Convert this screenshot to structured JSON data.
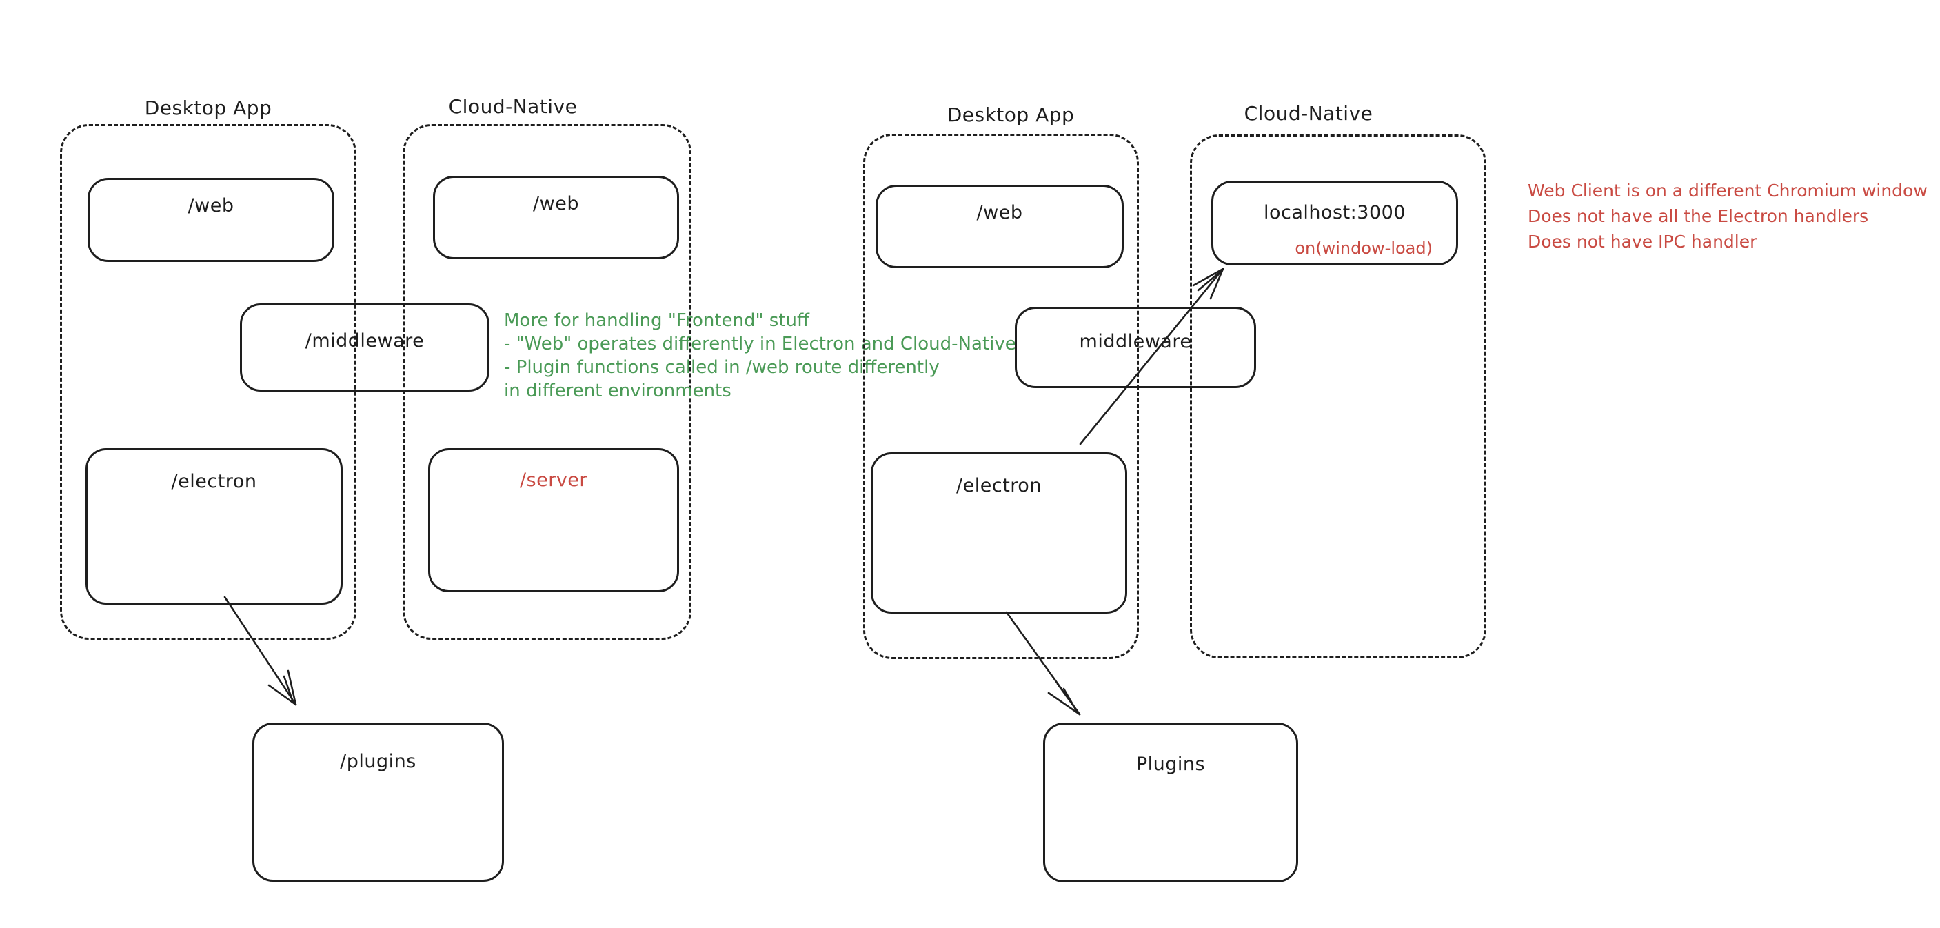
{
  "colors": {
    "stroke": "#1e1e1e",
    "text": "#1e1e1e",
    "green": "#4a9a56",
    "red": "#c94a42",
    "background": "#ffffff"
  },
  "left": {
    "desktop": {
      "title": "Desktop App",
      "web_label": "/web",
      "electron_label": "/electron"
    },
    "cloud": {
      "title": "Cloud-Native",
      "web_label": "/web",
      "server_label": "/server"
    },
    "middleware_label": "/middleware",
    "plugins_label": "/plugins",
    "green_note": {
      "lines": [
        "More for handling \"Frontend\" stuff",
        "- \"Web\" operates differently in Electron and Cloud-Native",
        "- Plugin functions called in /web route differently",
        "in different environments"
      ]
    }
  },
  "right": {
    "desktop": {
      "title": "Desktop App",
      "web_label": "/web",
      "electron_label": "/electron"
    },
    "cloud": {
      "title": "Cloud-Native",
      "localhost_label": "localhost:3000",
      "window_load_label": "on(window-load)"
    },
    "middleware_label": "middleware",
    "plugins_label": "Plugins",
    "red_note": {
      "lines": [
        "Web Client is on a different Chromium window",
        "Does not have all the Electron handlers",
        "Does not have IPC handler"
      ]
    }
  }
}
